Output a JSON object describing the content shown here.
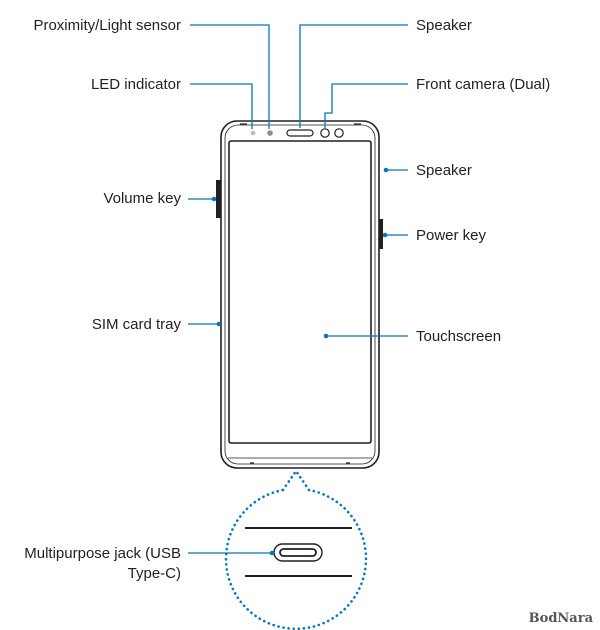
{
  "labels": {
    "proximity_sensor": "Proximity/Light sensor",
    "led_indicator": "LED indicator",
    "volume_key": "Volume key",
    "sim_card_tray": "SIM card tray",
    "multipurpose_jack_line1": "Multipurpose jack (USB",
    "multipurpose_jack_line2": "Type-C)",
    "speaker_top": "Speaker",
    "front_camera": "Front camera (Dual)",
    "speaker_side": "Speaker",
    "power_key": "Power key",
    "touchscreen": "Touchscreen"
  },
  "watermark": "BodNara",
  "colors": {
    "leader": "#0a74b8",
    "outline": "#231f20",
    "text": "#231f20",
    "zoom_dots": "#0a74b8"
  }
}
